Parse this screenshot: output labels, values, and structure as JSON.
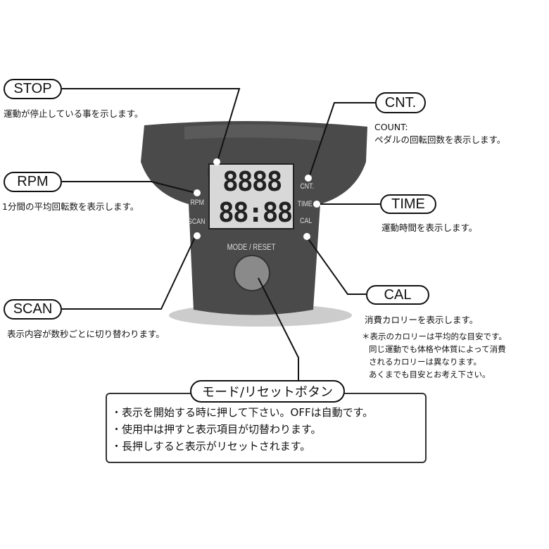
{
  "callouts": {
    "stop": {
      "label": "STOP",
      "desc": "運動が停止している事を示します。"
    },
    "rpm": {
      "label": "RPM",
      "desc": "1分間の平均回転数を表示します。"
    },
    "scan": {
      "label": "SCAN",
      "desc": "表示内容が数秒ごとに切り替わります。"
    },
    "cnt": {
      "label": "CNT.",
      "desc1": "COUNT:",
      "desc2": "ペダルの回転回数を表示します。"
    },
    "time": {
      "label": "TIME",
      "desc": "運動時間を表示します。"
    },
    "cal": {
      "label": "CAL",
      "desc": "消費カロリーを表示します。",
      "notes": [
        "＊表示のカロリーは平均的な目安です。",
        "同じ運動でも体格や体質によって消費",
        "されるカロリーは異なります。",
        "あくまでも目安とお考え下さい。"
      ]
    }
  },
  "device": {
    "line1": "8888",
    "line2": "88:88",
    "stop_indicator": "STOP",
    "labels": {
      "rpm": "RPM",
      "scan": "SCAN",
      "cnt": "CNT.",
      "time": "TIME",
      "cal": "CAL",
      "mode_reset": "MODE / RESET"
    }
  },
  "mode_button": {
    "title": "モード/リセットボタン",
    "items": [
      "・表示を開始する時に押して下さい。OFFは自動です。",
      "・使用中は押すと表示項目が切替わります。",
      "・長押しすると表示がリセットされます。"
    ]
  }
}
